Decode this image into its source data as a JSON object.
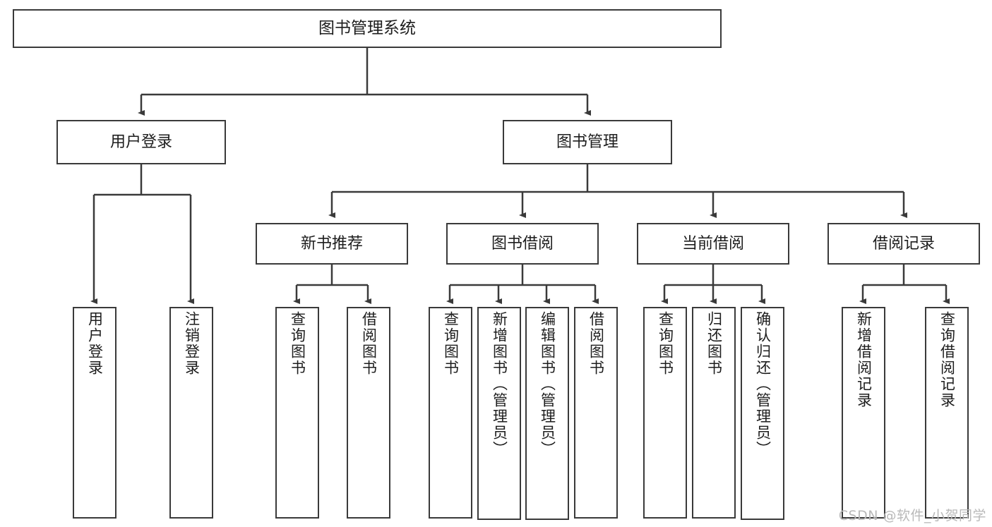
{
  "diagram": {
    "type": "tree-hierarchy",
    "title": "图书管理系统",
    "watermark": "CSDN @软件_小贺同学",
    "style": {
      "border_color": "#3a3a3a",
      "background_color": "#ffffff",
      "text_color": "#1d1d1d",
      "watermark_color": "#b9b9b9"
    },
    "levels": {
      "level1": [
        {
          "id": "root",
          "label": "图书管理系统"
        }
      ],
      "level2": [
        {
          "id": "user-login",
          "label": "用户登录",
          "parent": "root"
        },
        {
          "id": "book-manage",
          "label": "图书管理",
          "parent": "root"
        }
      ],
      "level3": [
        {
          "id": "new-book-rec",
          "label": "新书推荐",
          "parent": "book-manage"
        },
        {
          "id": "book-borrow",
          "label": "图书借阅",
          "parent": "book-manage"
        },
        {
          "id": "current-borrow",
          "label": "当前借阅",
          "parent": "book-manage"
        },
        {
          "id": "borrow-record",
          "label": "借阅记录",
          "parent": "book-manage"
        }
      ],
      "leaves": [
        {
          "id": "leaf-user-login",
          "label": "用户登录",
          "parent": "user-login"
        },
        {
          "id": "leaf-logout",
          "label": "注销登录",
          "parent": "user-login"
        },
        {
          "id": "leaf-query-book-1",
          "label": "查询图书",
          "parent": "new-book-rec"
        },
        {
          "id": "leaf-borrow-book-1",
          "label": "借阅图书",
          "parent": "new-book-rec"
        },
        {
          "id": "leaf-query-book-2",
          "label": "查询图书",
          "parent": "book-borrow"
        },
        {
          "id": "leaf-add-book",
          "label": "新增图书（管理员）",
          "parent": "book-borrow"
        },
        {
          "id": "leaf-edit-book",
          "label": "编辑图书（管理员）",
          "parent": "book-borrow"
        },
        {
          "id": "leaf-borrow-book-2",
          "label": "借阅图书",
          "parent": "book-borrow"
        },
        {
          "id": "leaf-query-book-3",
          "label": "查询图书",
          "parent": "current-borrow"
        },
        {
          "id": "leaf-return-book",
          "label": "归还图书",
          "parent": "current-borrow"
        },
        {
          "id": "leaf-confirm-return",
          "label": "确认归还（管理员）",
          "parent": "current-borrow"
        },
        {
          "id": "leaf-add-record",
          "label": "新增借阅记录",
          "parent": "borrow-record"
        },
        {
          "id": "leaf-query-record",
          "label": "查询借阅记录",
          "parent": "borrow-record"
        }
      ]
    }
  }
}
